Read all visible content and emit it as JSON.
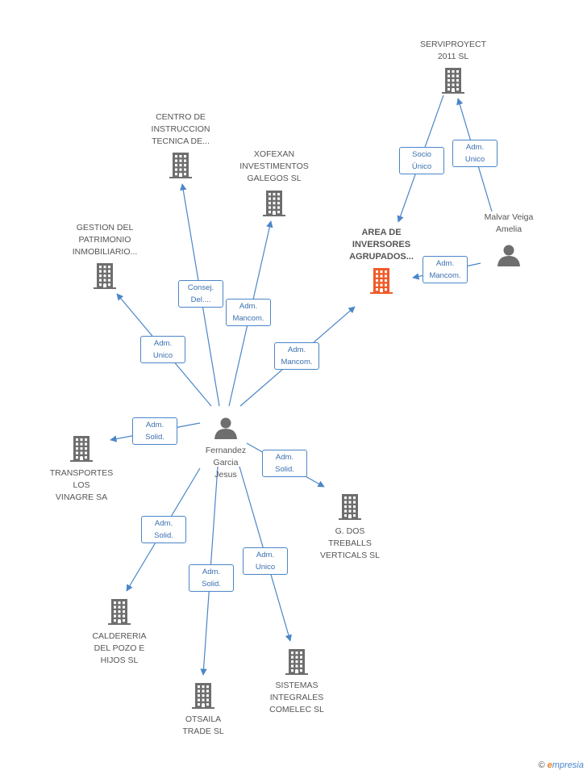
{
  "nodes": [
    {
      "id": "serviproyect",
      "label": "SERVIPROYECT\n2011 SL",
      "type": "company",
      "color": "#6e6e6e"
    },
    {
      "id": "centro",
      "label": "CENTRO DE\nINSTRUCCION\nTECNICA DE...",
      "type": "company",
      "color": "#6e6e6e"
    },
    {
      "id": "xofexan",
      "label": "XOFEXAN\nINVESTIMENTOS\nGALEGOS SL",
      "type": "company",
      "color": "#6e6e6e"
    },
    {
      "id": "gestion",
      "label": "GESTION DEL\nPATRIMONIO\nINMOBILIARIO...",
      "type": "company",
      "color": "#6e6e6e"
    },
    {
      "id": "area",
      "label": "AREA DE\nINVERSORES\nAGRUPADOS...",
      "type": "company",
      "color": "#f05a28",
      "focus": true
    },
    {
      "id": "malvar",
      "label": "Malvar Veiga\nAmelia",
      "type": "person",
      "color": "#6e6e6e"
    },
    {
      "id": "fernandez",
      "label": "Fernandez\nGarcia\nJesus",
      "type": "person",
      "color": "#6e6e6e"
    },
    {
      "id": "transportes",
      "label": "TRANSPORTES\nLOS\nVINAGRE SA",
      "type": "company",
      "color": "#6e6e6e"
    },
    {
      "id": "gdos",
      "label": "G. DOS\nTREBALLS\nVERTICALS SL",
      "type": "company",
      "color": "#6e6e6e"
    },
    {
      "id": "caldereria",
      "label": "CALDERERIA\nDEL POZO E\nHIJOS SL",
      "type": "company",
      "color": "#6e6e6e"
    },
    {
      "id": "sistemas",
      "label": "SISTEMAS\nINTEGRALES\nCOMELEC SL",
      "type": "company",
      "color": "#6e6e6e"
    },
    {
      "id": "otsaila",
      "label": "OTSAILA\nTRADE SL",
      "type": "company",
      "color": "#6e6e6e"
    }
  ],
  "edges": [
    {
      "from": "serviproyect",
      "to": "area",
      "label": "Socio\nÚnico"
    },
    {
      "from": "malvar",
      "to": "serviproyect",
      "label": "Adm.\nUnico"
    },
    {
      "from": "malvar",
      "to": "area",
      "label": "Adm.\nMancom."
    },
    {
      "from": "fernandez",
      "to": "centro",
      "label": "Consej.\nDel...."
    },
    {
      "from": "fernandez",
      "to": "xofexan",
      "label": "Adm.\nMancom."
    },
    {
      "from": "fernandez",
      "to": "gestion",
      "label": "Adm.\nUnico"
    },
    {
      "from": "fernandez",
      "to": "area",
      "label": "Adm.\nMancom."
    },
    {
      "from": "fernandez",
      "to": "transportes",
      "label": "Adm.\nSolid."
    },
    {
      "from": "fernandez",
      "to": "gdos",
      "label": "Adm.\nSolid."
    },
    {
      "from": "fernandez",
      "to": "caldereria",
      "label": "Adm.\nSolid."
    },
    {
      "from": "fernandez",
      "to": "otsaila",
      "label": "Adm.\nSolid."
    },
    {
      "from": "fernandez",
      "to": "sistemas",
      "label": "Adm.\nUnico"
    }
  ],
  "watermark": {
    "copyright": "©",
    "brand_e": "e",
    "brand_rest": "mpresia"
  },
  "colors": {
    "edge": "#4a86c8",
    "icon": "#6e6e6e",
    "focus": "#f05a28"
  }
}
